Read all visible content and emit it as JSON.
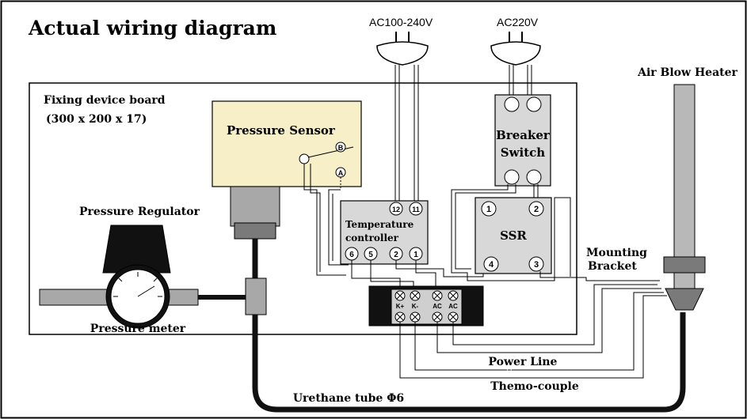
{
  "title": "Actual wiring diagram",
  "colors": {
    "sensor_fill": "#f7efc8",
    "line": "#000000",
    "gray": "#b8b8b8",
    "dark_gray": "#7a7a7a",
    "panel": "#d8d8d8"
  },
  "board": {
    "label": "Fixing device board",
    "dims": "(300 x 200 x 17)"
  },
  "plugs": {
    "left": "AC100-240V",
    "right": "AC220V"
  },
  "sensor": {
    "label": "Pressure  Sensor",
    "terminal_b": "B",
    "terminal_a": "A"
  },
  "breaker": {
    "line1": "Breaker",
    "line2": "Switch"
  },
  "controller": {
    "line1": "Temperature",
    "line2": "controller",
    "top_terminals": [
      "12",
      "11"
    ],
    "bottom_terminals": [
      "6",
      "5",
      "2",
      "1"
    ]
  },
  "ssr": {
    "label": "SSR",
    "terminals": [
      "1",
      "2",
      "4",
      "3"
    ]
  },
  "terminal_block": {
    "labels": [
      "K+",
      "K-",
      "AC",
      "AC"
    ]
  },
  "labels": {
    "regulator": "Pressure Regulator",
    "meter": "Pressure meter",
    "heater": "Air Blow Heater",
    "bracket1": "Mounting",
    "bracket2": "Bracket",
    "power_line": "Power Line",
    "thermocouple": "Themo-couple",
    "tube": "Urethane tube Φ6"
  }
}
